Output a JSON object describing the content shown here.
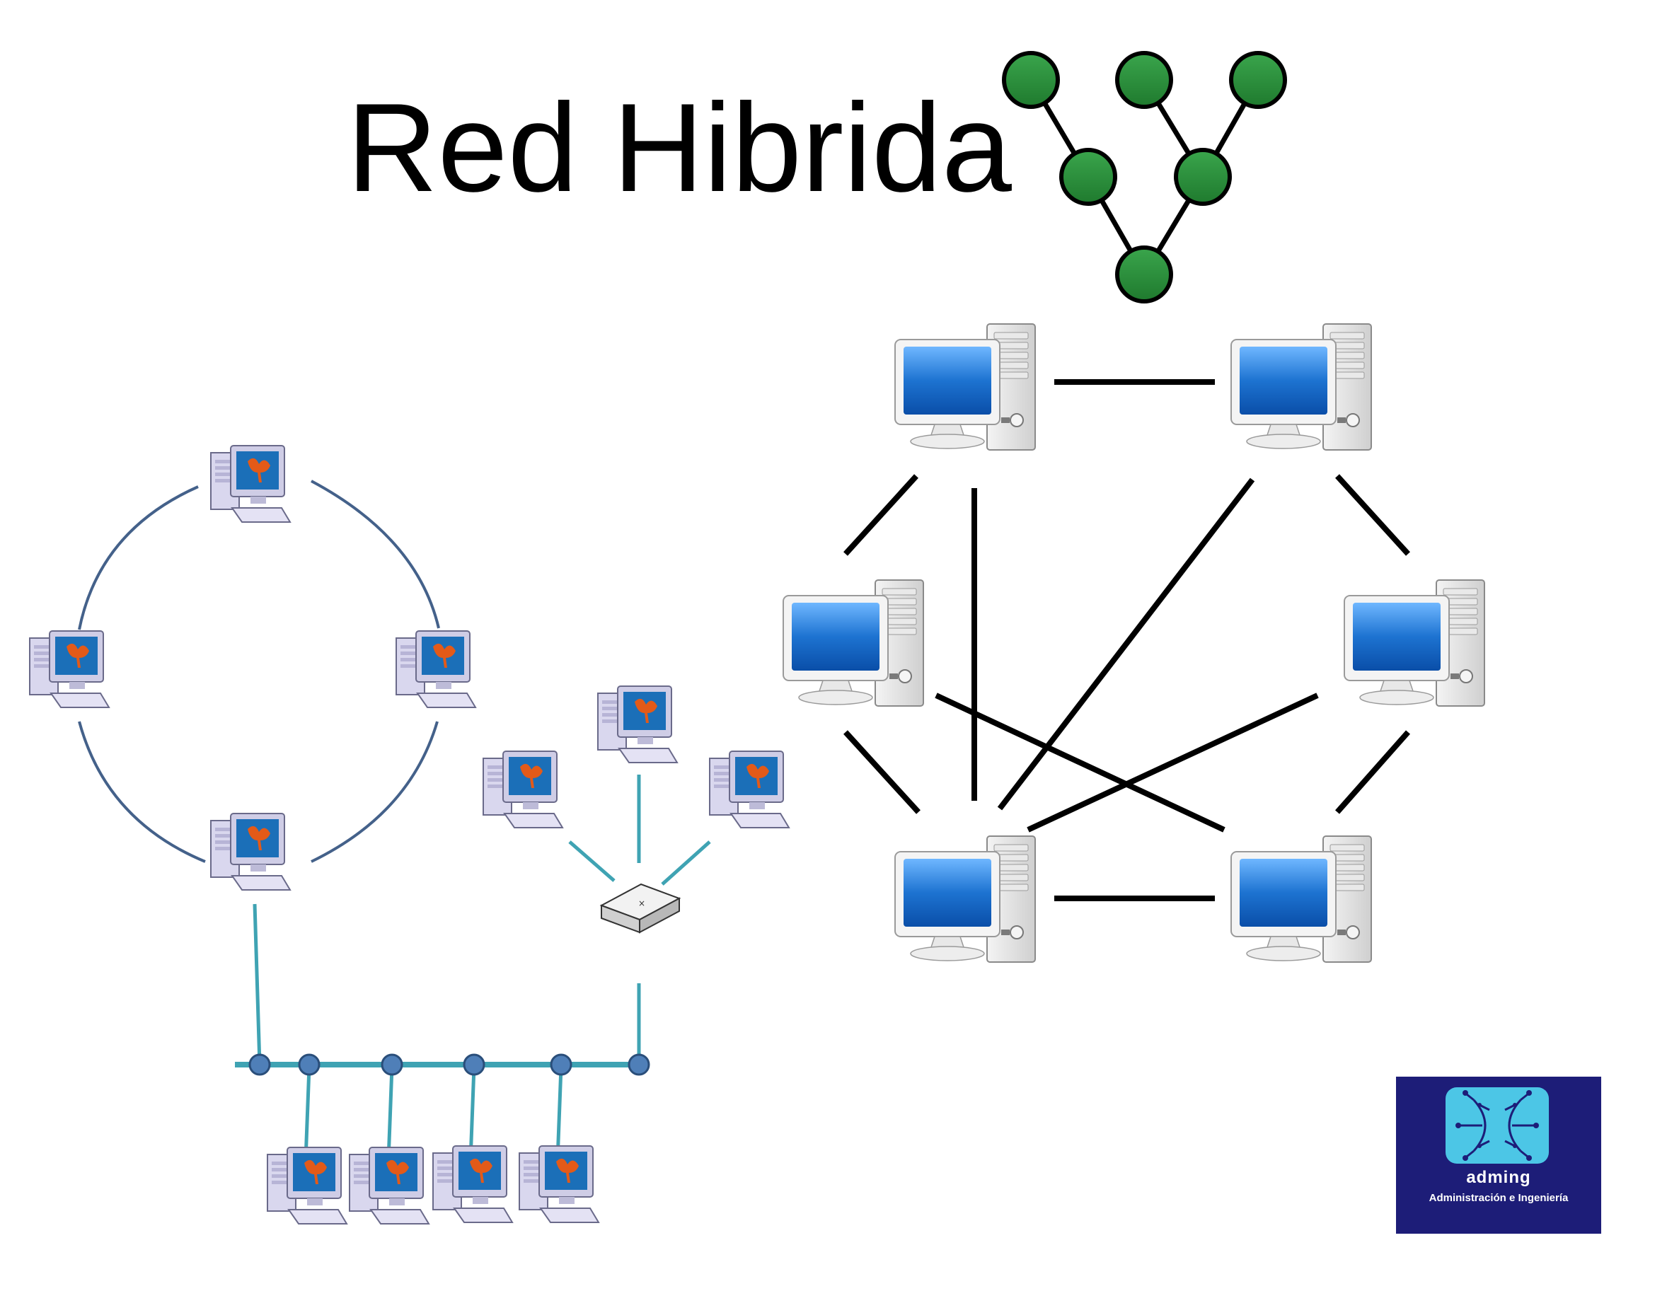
{
  "title": "Red Hibrida",
  "logo": {
    "name": "adming",
    "tagline": "Administración e Ingeniería"
  },
  "icons": {
    "tree_node": "green-node-icon",
    "mini_pc": "desktop-computer-icon",
    "large_pc": "desktop-computer-icon",
    "hub": "network-hub-icon",
    "bus_node": "bus-junction-icon"
  },
  "colors": {
    "tree_node_fill": "#2e8b3e",
    "ring_cable": "#44618a",
    "bus_cable": "#3fa3b3",
    "bus_node": "#4f7fb8",
    "mesh_cable": "#000000",
    "screen": "#1d73d1",
    "logo_background": "#1d1d78",
    "logo_accent": "#4cc6e6"
  }
}
